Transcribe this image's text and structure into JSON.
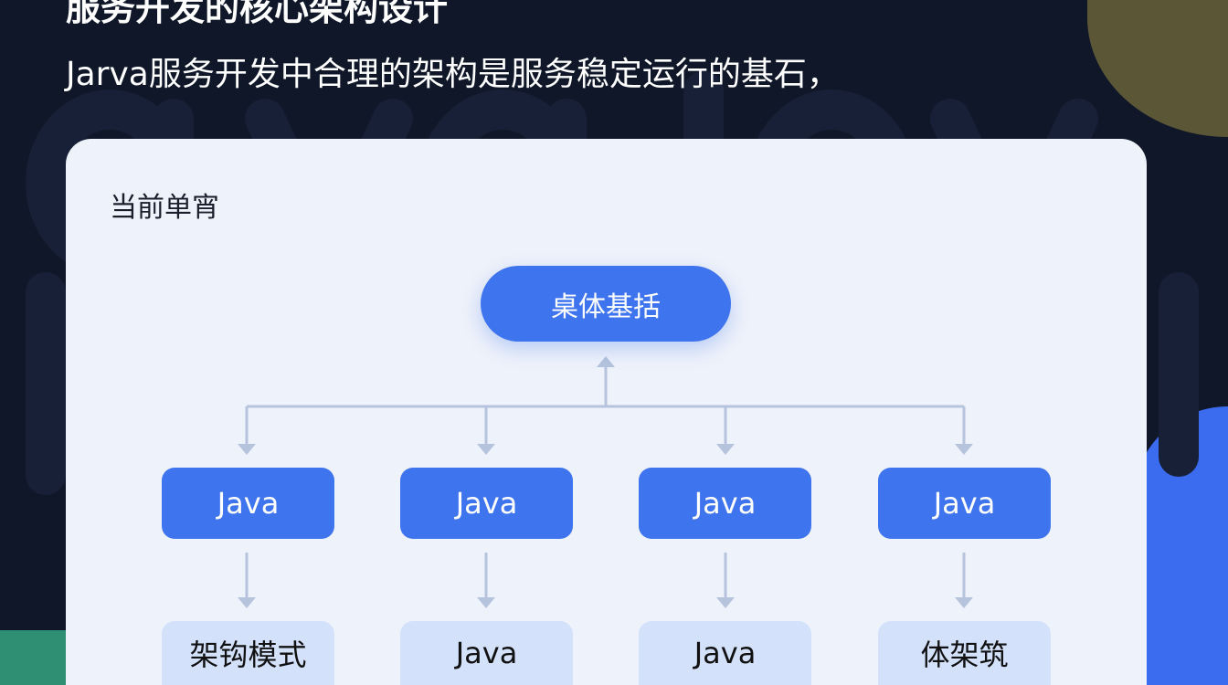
{
  "header": {
    "title": "服务开发的核心架构设计",
    "subtitle": "Jarva服务开发中合理的架构是服务稳定运行的基石，",
    "background_watermark": "avaJava"
  },
  "card": {
    "label": "当前单宵"
  },
  "diagram": {
    "root": "桌体基括",
    "middle": [
      "Java",
      "Java",
      "Java",
      "Java"
    ],
    "leaves": [
      "架钩模式",
      "Java",
      "Java",
      "体架筑"
    ]
  },
  "colors": {
    "background": "#0f1729",
    "accent": "#3f74ef",
    "leaf": "#d3e1fb",
    "card": "#eef2fa",
    "connector": "#b5c3dc"
  }
}
